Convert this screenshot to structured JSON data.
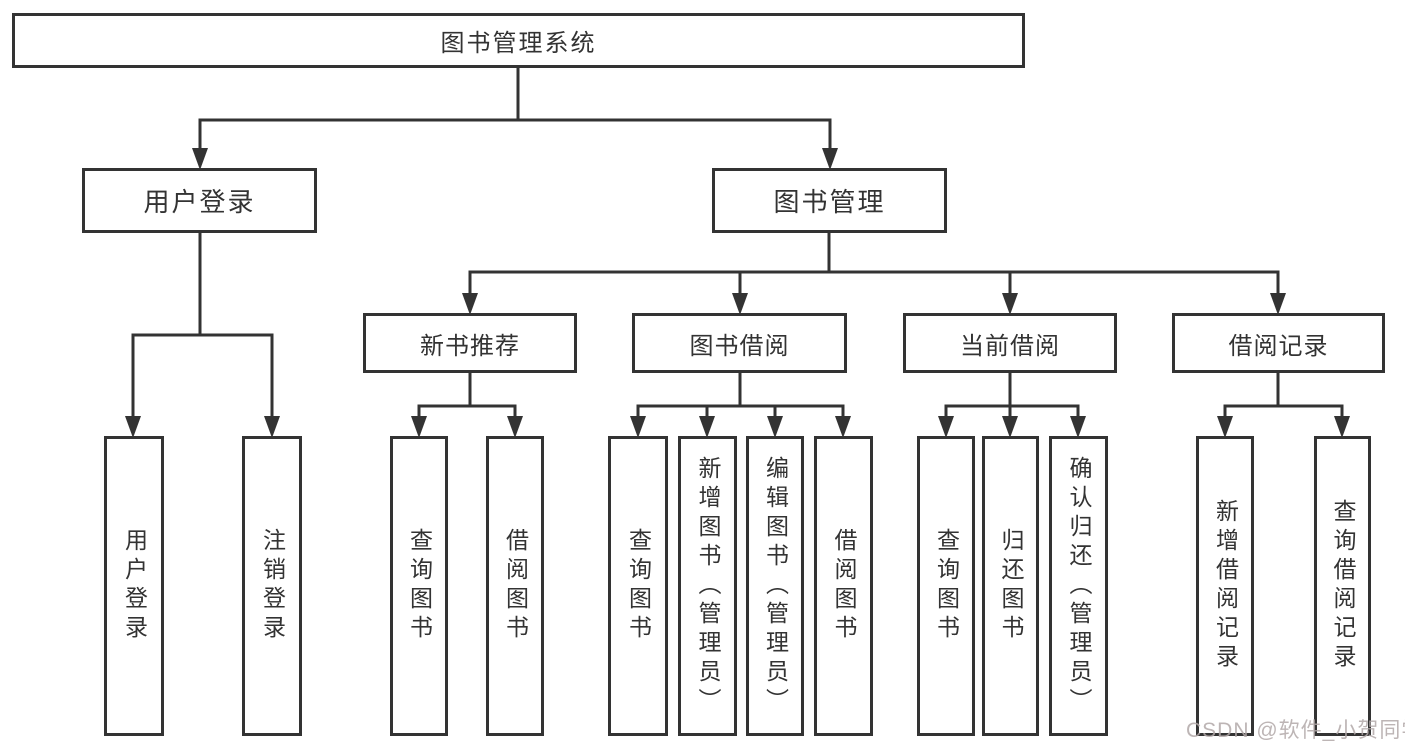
{
  "root": {
    "label": "图书管理系统"
  },
  "level2": [
    {
      "label": "用户登录",
      "leaves": [
        "用户登录",
        "注销登录"
      ]
    },
    {
      "label": "图书管理",
      "groups": [
        {
          "label": "新书推荐",
          "leaves": [
            "查询图书",
            "借阅图书"
          ]
        },
        {
          "label": "图书借阅",
          "leaves": [
            "查询图书",
            "新增图书（管理员）",
            "编辑图书（管理员）",
            "借阅图书"
          ]
        },
        {
          "label": "当前借阅",
          "leaves": [
            "查询图书",
            "归还图书",
            "确认归还（管理员）"
          ]
        },
        {
          "label": "借阅记录",
          "leaves": [
            "新增借阅记录",
            "查询借阅记录"
          ]
        }
      ]
    }
  ],
  "watermark": "CSDN @软件_小贺同学",
  "colors": {
    "line": "#333333",
    "text": "#333333",
    "background": "#ffffff",
    "watermark": "#b2a8a8"
  }
}
